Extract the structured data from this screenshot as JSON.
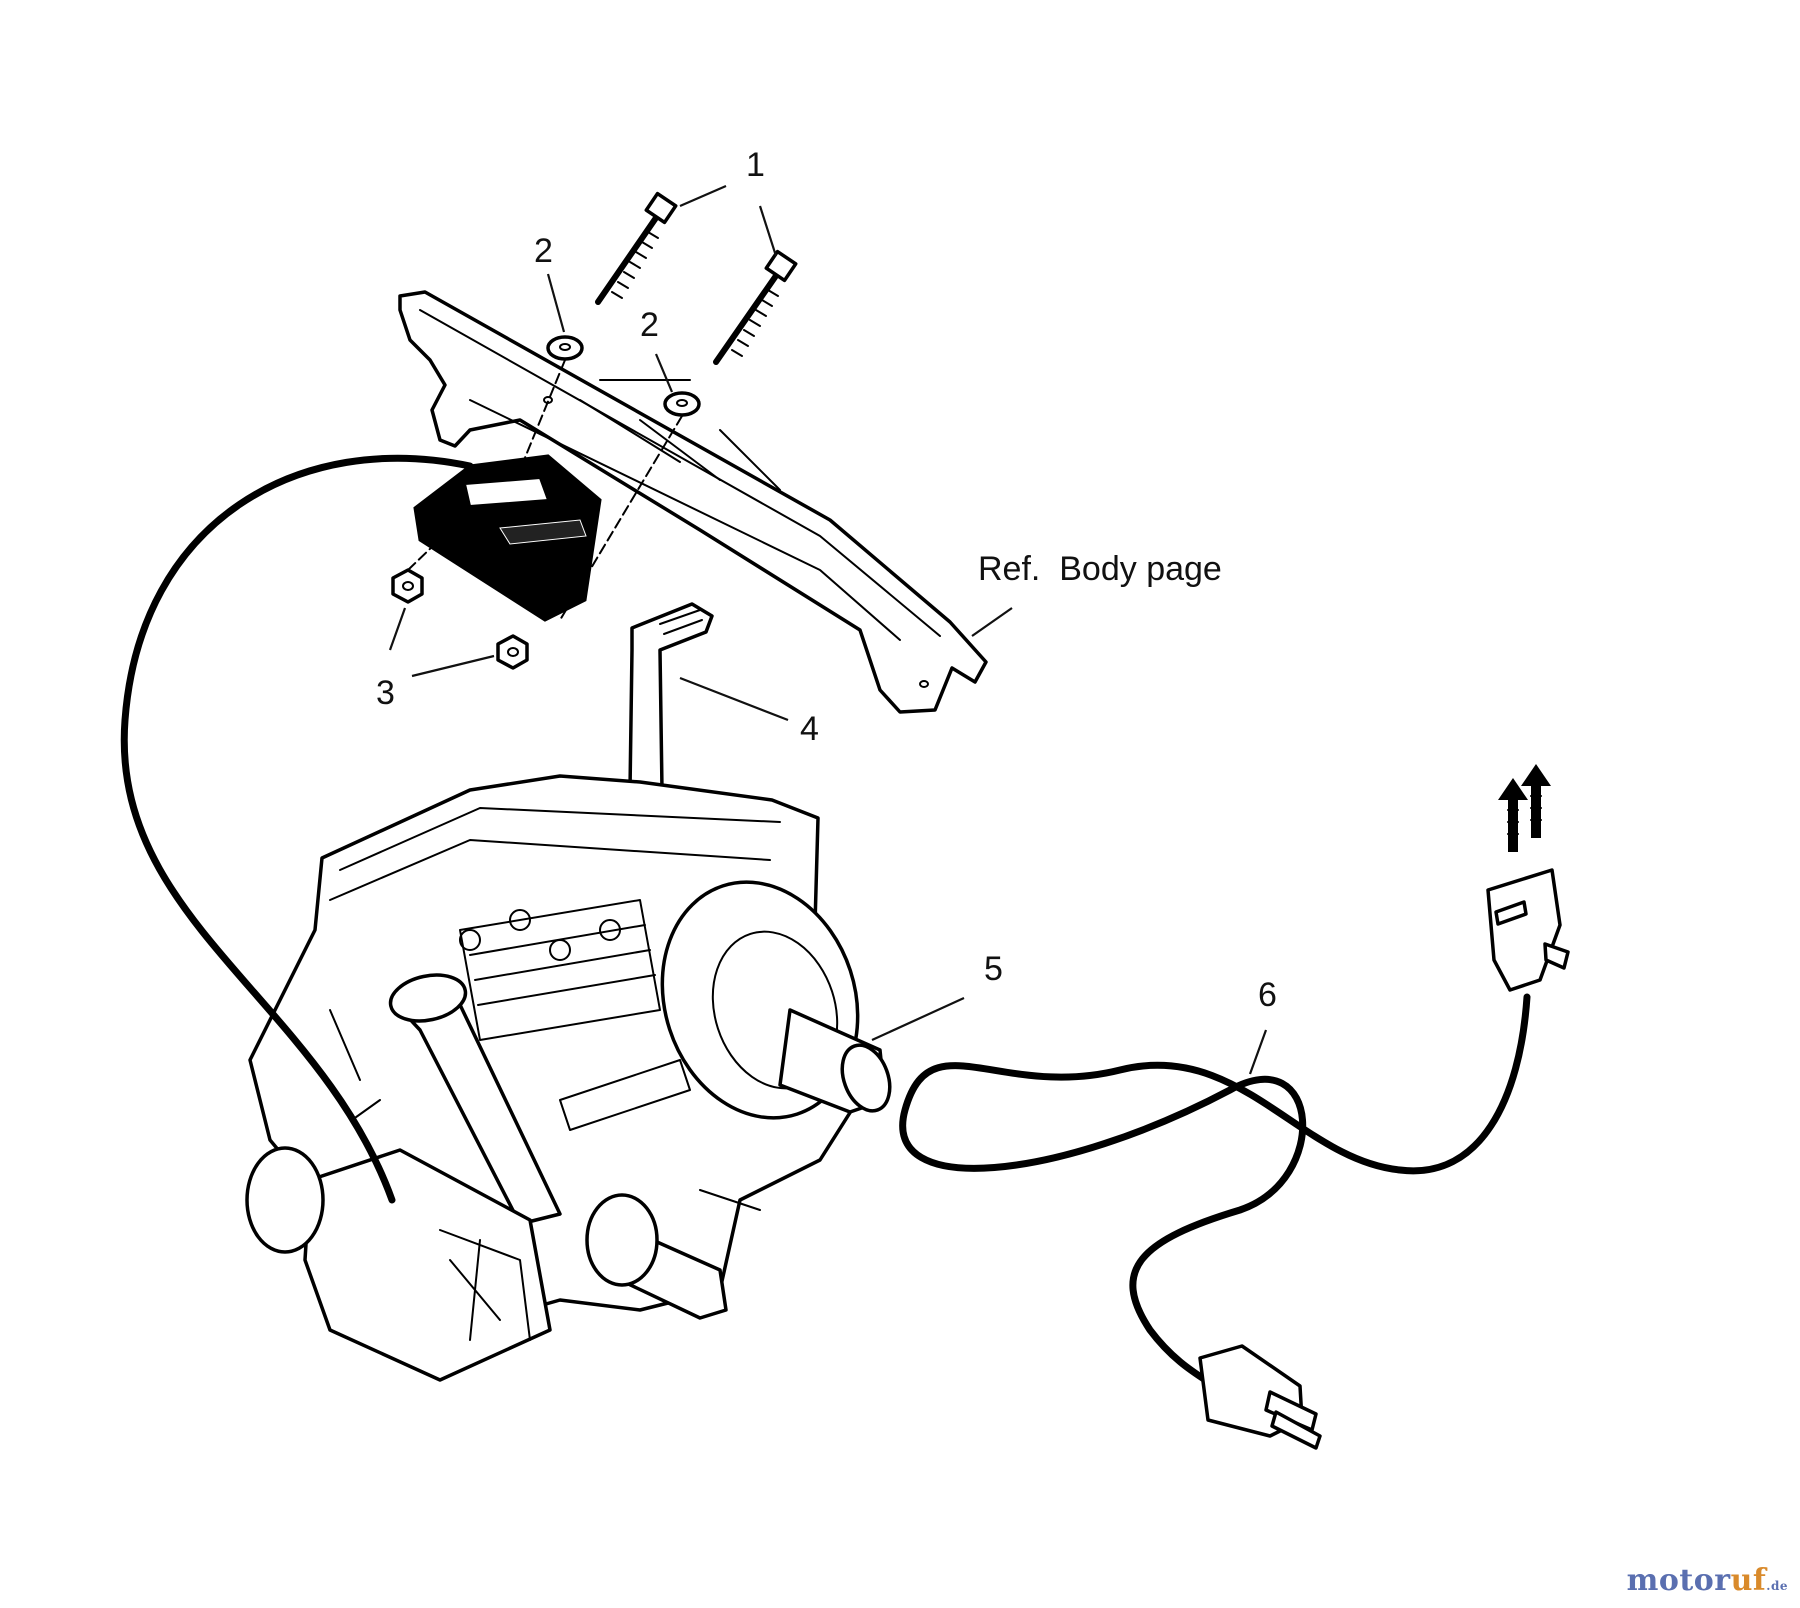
{
  "callouts": {
    "c1": "1",
    "c2a": "2",
    "c2b": "2",
    "c3": "3",
    "c4": "4",
    "c5": "5",
    "c6": "6"
  },
  "reference_label": "Ref.  Body page",
  "watermark": {
    "part_a": "motor",
    "part_b": "uf",
    "suffix": ".de",
    "color_a": "#5a6fb0",
    "color_b": "#d98a2b"
  },
  "icons": [
    "bolt-icon",
    "washer-icon",
    "nut-icon",
    "bracket-icon",
    "starter-box-icon",
    "crank-handle-icon",
    "engine-icon",
    "power-cord-icon",
    "arrow-up-icon"
  ]
}
